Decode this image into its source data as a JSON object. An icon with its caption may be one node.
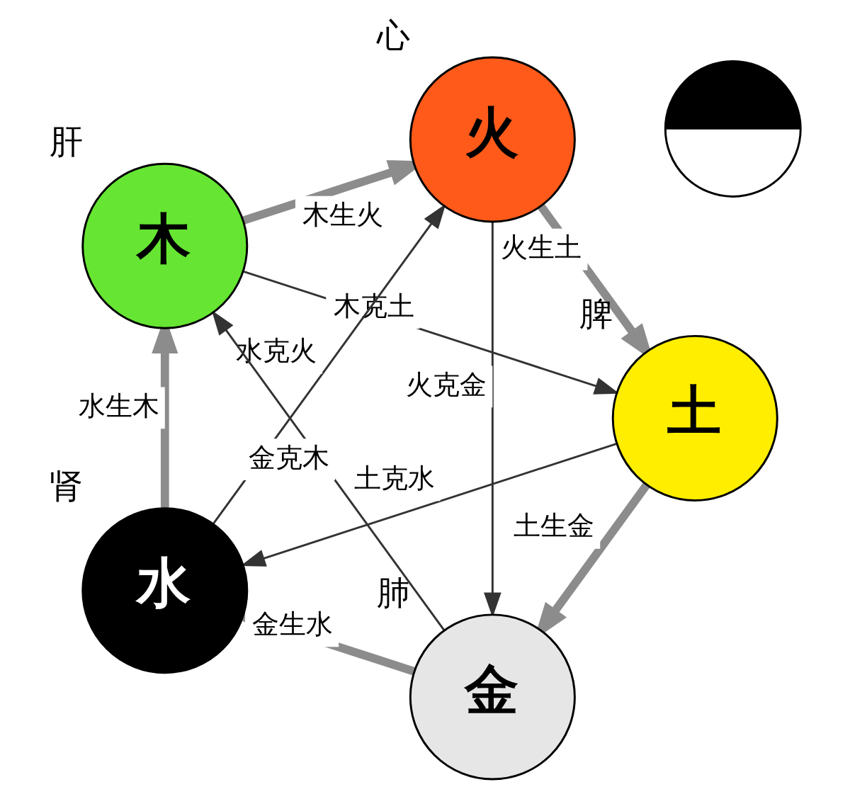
{
  "diagram": {
    "nodes": [
      {
        "text": [
          "火"
        ],
        "beside": [
          "心"
        ]
      },
      {
        "text": [
          "木"
        ],
        "beside": [
          "肝"
        ]
      },
      {
        "text": [
          "土"
        ],
        "beside": [
          "脾"
        ]
      },
      {
        "text": [
          "水"
        ],
        "beside": [
          "肾"
        ]
      },
      {
        "text": [
          "金"
        ],
        "beside": [
          "肺"
        ]
      },
      {
        "text": [],
        "shape": "picture"
      }
    ],
    "edges": [
      {
        "from": 1,
        "to": 0,
        "arrow": "to",
        "label": "木生火",
        "style": "thick",
        "color": "#8c8c8c"
      },
      {
        "from": 0,
        "to": 2,
        "arrow": "to",
        "label": "火生土",
        "style": "thick",
        "color": "#8c8c8c"
      },
      {
        "from": 2,
        "to": 4,
        "arrow": "to",
        "label": "土生金",
        "style": "thick",
        "color": "#8c8c8c"
      },
      {
        "from": 4,
        "to": 3,
        "arrow": "to",
        "label": "金生水",
        "style": "thick",
        "color": "#8c8c8c"
      },
      {
        "from": 3,
        "to": 1,
        "arrow": "to",
        "label": "水生木",
        "style": "thick",
        "color": "#8c8c8c"
      },
      {
        "from": 1,
        "to": 2,
        "arrow": "to",
        "label": "木克土",
        "color": "#333333"
      },
      {
        "from": 2,
        "to": 3,
        "arrow": "to",
        "label": "土克水",
        "color": "#333333"
      },
      {
        "from": 3,
        "to": 0,
        "arrow": "to",
        "label": "水克火",
        "color": "#333333"
      },
      {
        "from": 0,
        "to": 4,
        "arrow": "to",
        "label": "火克金",
        "color": "#333333"
      },
      {
        "from": 4,
        "to": 1,
        "arrow": "to",
        "label": "金克木",
        "color": "#333333"
      }
    ]
  }
}
